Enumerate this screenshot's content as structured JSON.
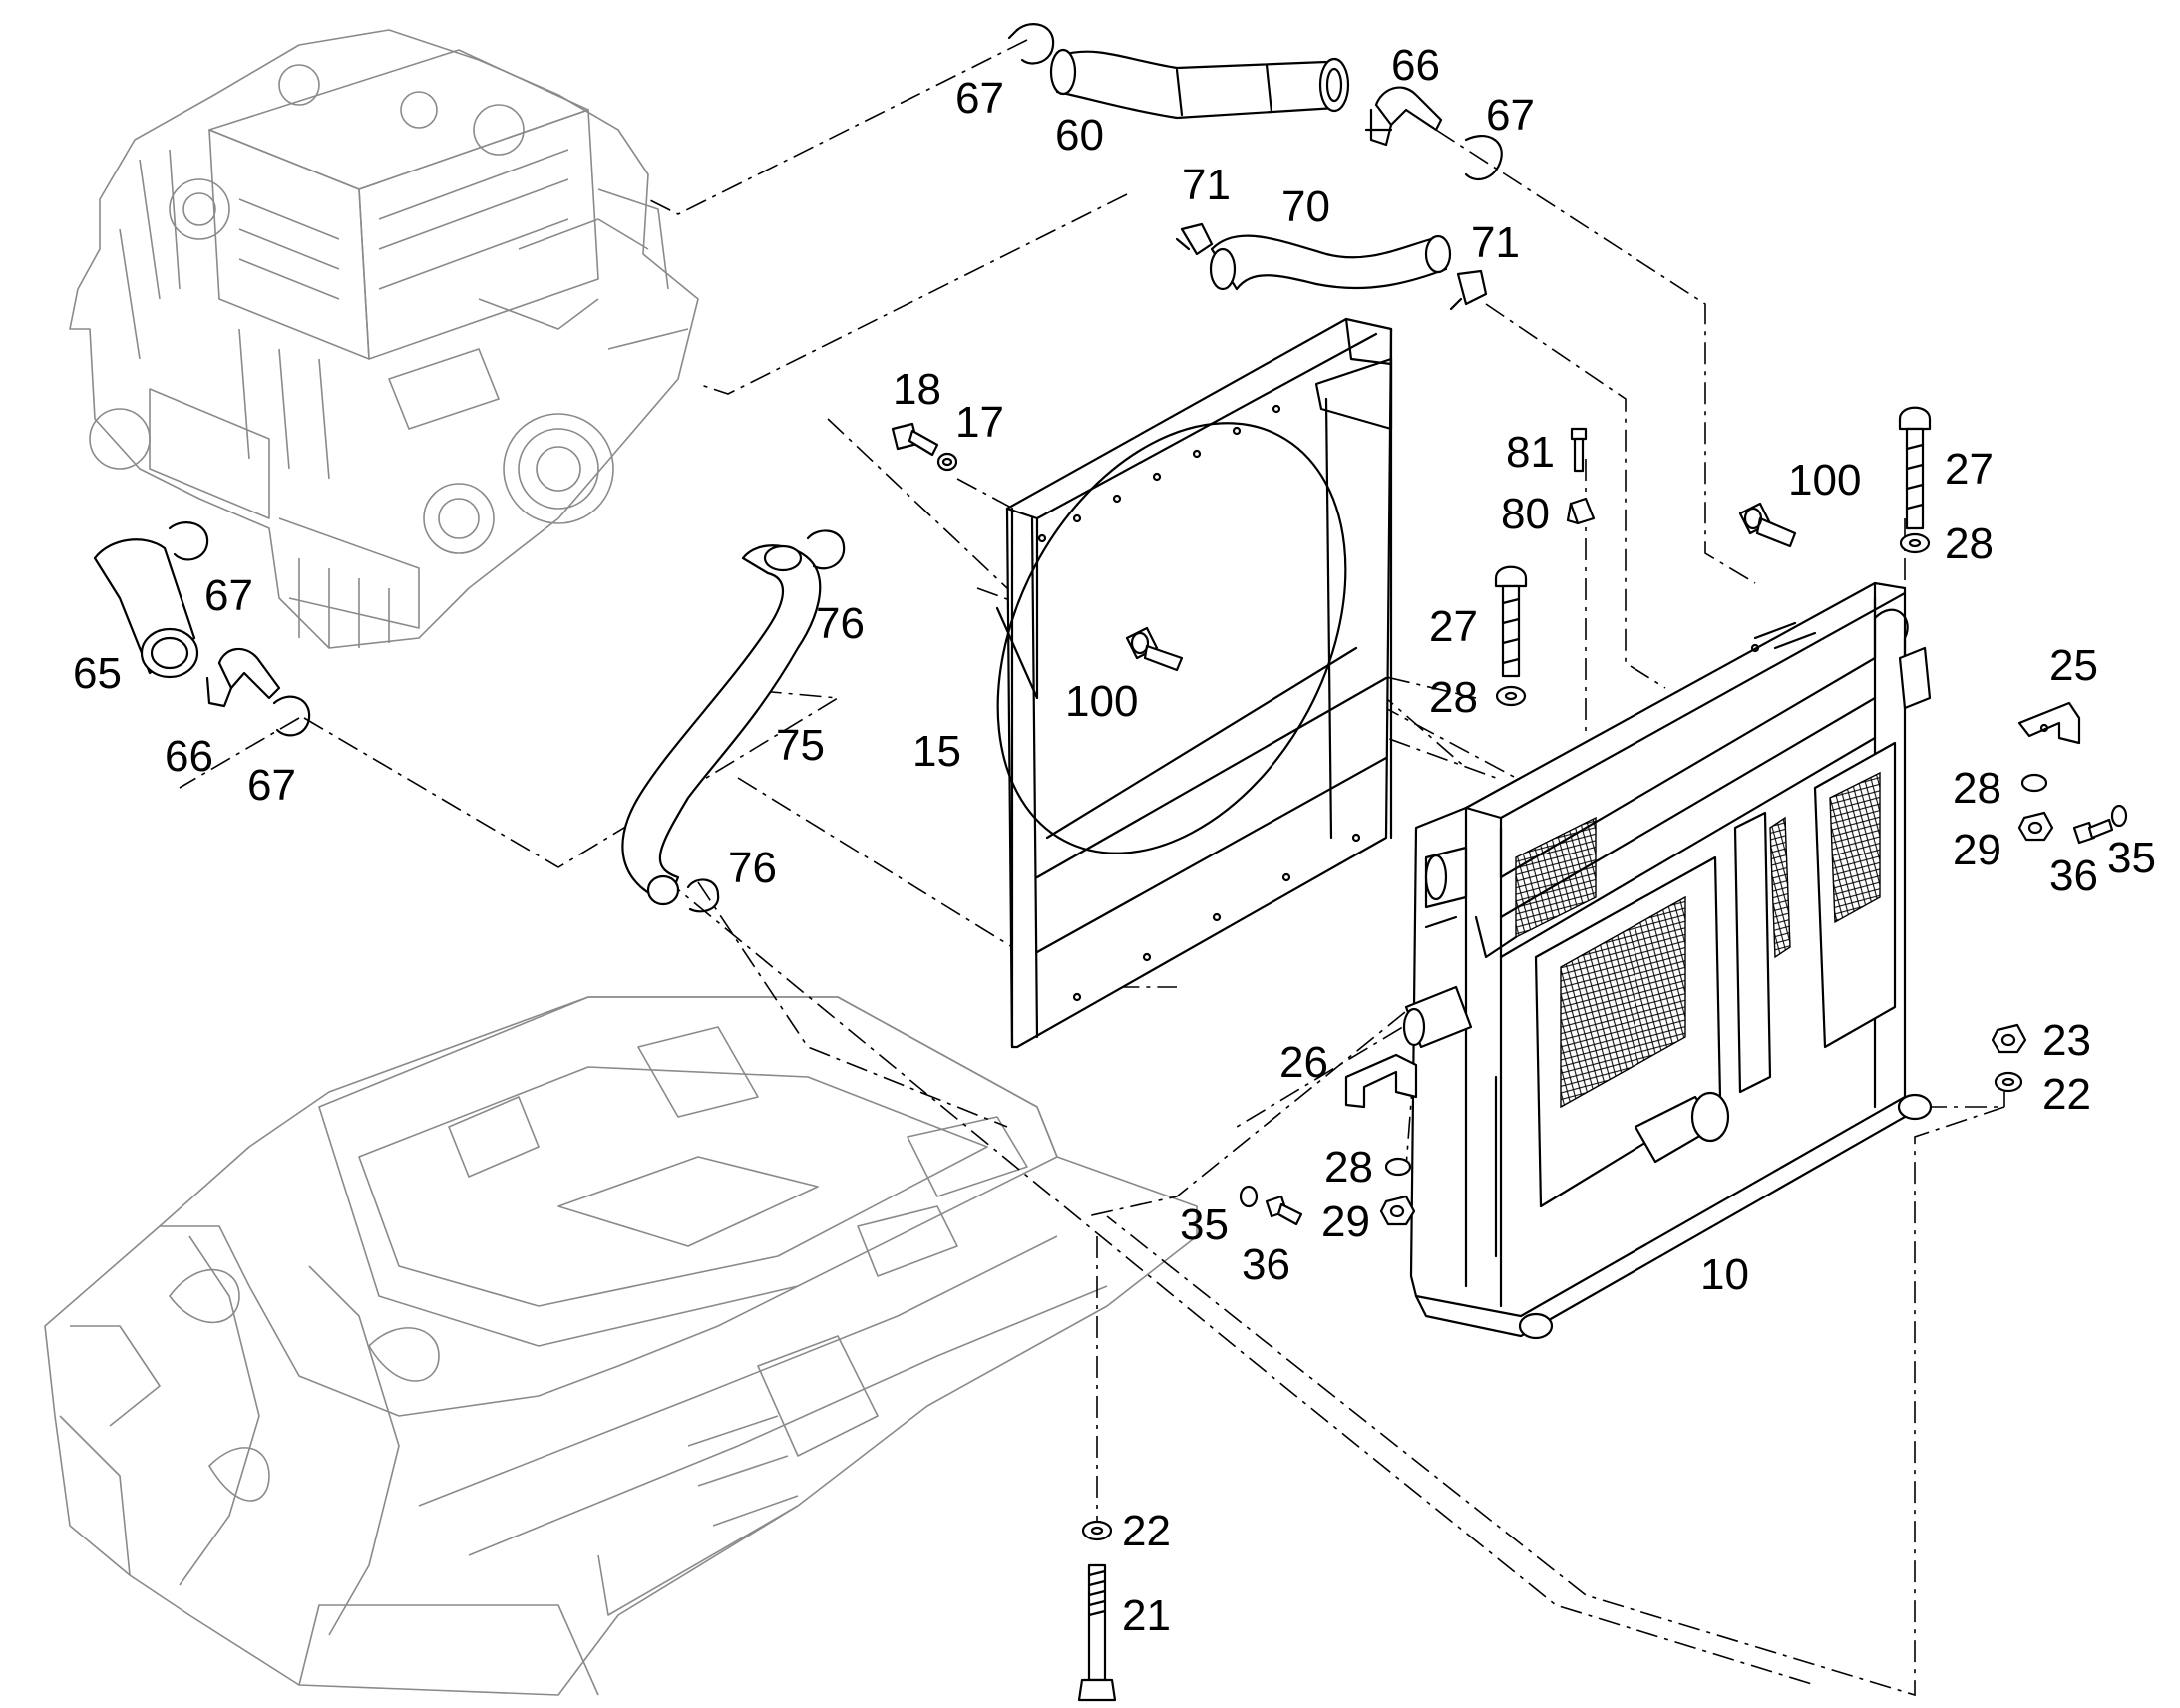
{
  "title": "",
  "callouts": [
    {
      "id": "c67a",
      "text": "67"
    },
    {
      "id": "c60",
      "text": "60"
    },
    {
      "id": "c66a",
      "text": "66"
    },
    {
      "id": "c67b",
      "text": "67"
    },
    {
      "id": "c71a",
      "text": "71"
    },
    {
      "id": "c70",
      "text": "70"
    },
    {
      "id": "c71b",
      "text": "71"
    },
    {
      "id": "c18",
      "text": "18"
    },
    {
      "id": "c17",
      "text": "17"
    },
    {
      "id": "c81",
      "text": "81"
    },
    {
      "id": "c80",
      "text": "80"
    },
    {
      "id": "c100a",
      "text": "100"
    },
    {
      "id": "c27a",
      "text": "27"
    },
    {
      "id": "c28a",
      "text": "28"
    },
    {
      "id": "c27b",
      "text": "27"
    },
    {
      "id": "c28b",
      "text": "28"
    },
    {
      "id": "c25",
      "text": "25"
    },
    {
      "id": "c67c",
      "text": "67"
    },
    {
      "id": "c65",
      "text": "65"
    },
    {
      "id": "c66b",
      "text": "66"
    },
    {
      "id": "c67d",
      "text": "67"
    },
    {
      "id": "c76a",
      "text": "76"
    },
    {
      "id": "c75",
      "text": "75"
    },
    {
      "id": "c15",
      "text": "15"
    },
    {
      "id": "c100b",
      "text": "100"
    },
    {
      "id": "c76b",
      "text": "76"
    },
    {
      "id": "c28c",
      "text": "28"
    },
    {
      "id": "c29a",
      "text": "29"
    },
    {
      "id": "c36a",
      "text": "36"
    },
    {
      "id": "c35a",
      "text": "35"
    },
    {
      "id": "c26",
      "text": "26"
    },
    {
      "id": "c23",
      "text": "23"
    },
    {
      "id": "c22a",
      "text": "22"
    },
    {
      "id": "c28d",
      "text": "28"
    },
    {
      "id": "c35b",
      "text": "35"
    },
    {
      "id": "c29b",
      "text": "29"
    },
    {
      "id": "c36b",
      "text": "36"
    },
    {
      "id": "c10",
      "text": "10"
    },
    {
      "id": "c22b",
      "text": "22"
    },
    {
      "id": "c21",
      "text": "21"
    }
  ],
  "parts": {
    "engine": "engine",
    "chassis": "chassis",
    "radiator": "radiator",
    "shroud": "shroud"
  }
}
